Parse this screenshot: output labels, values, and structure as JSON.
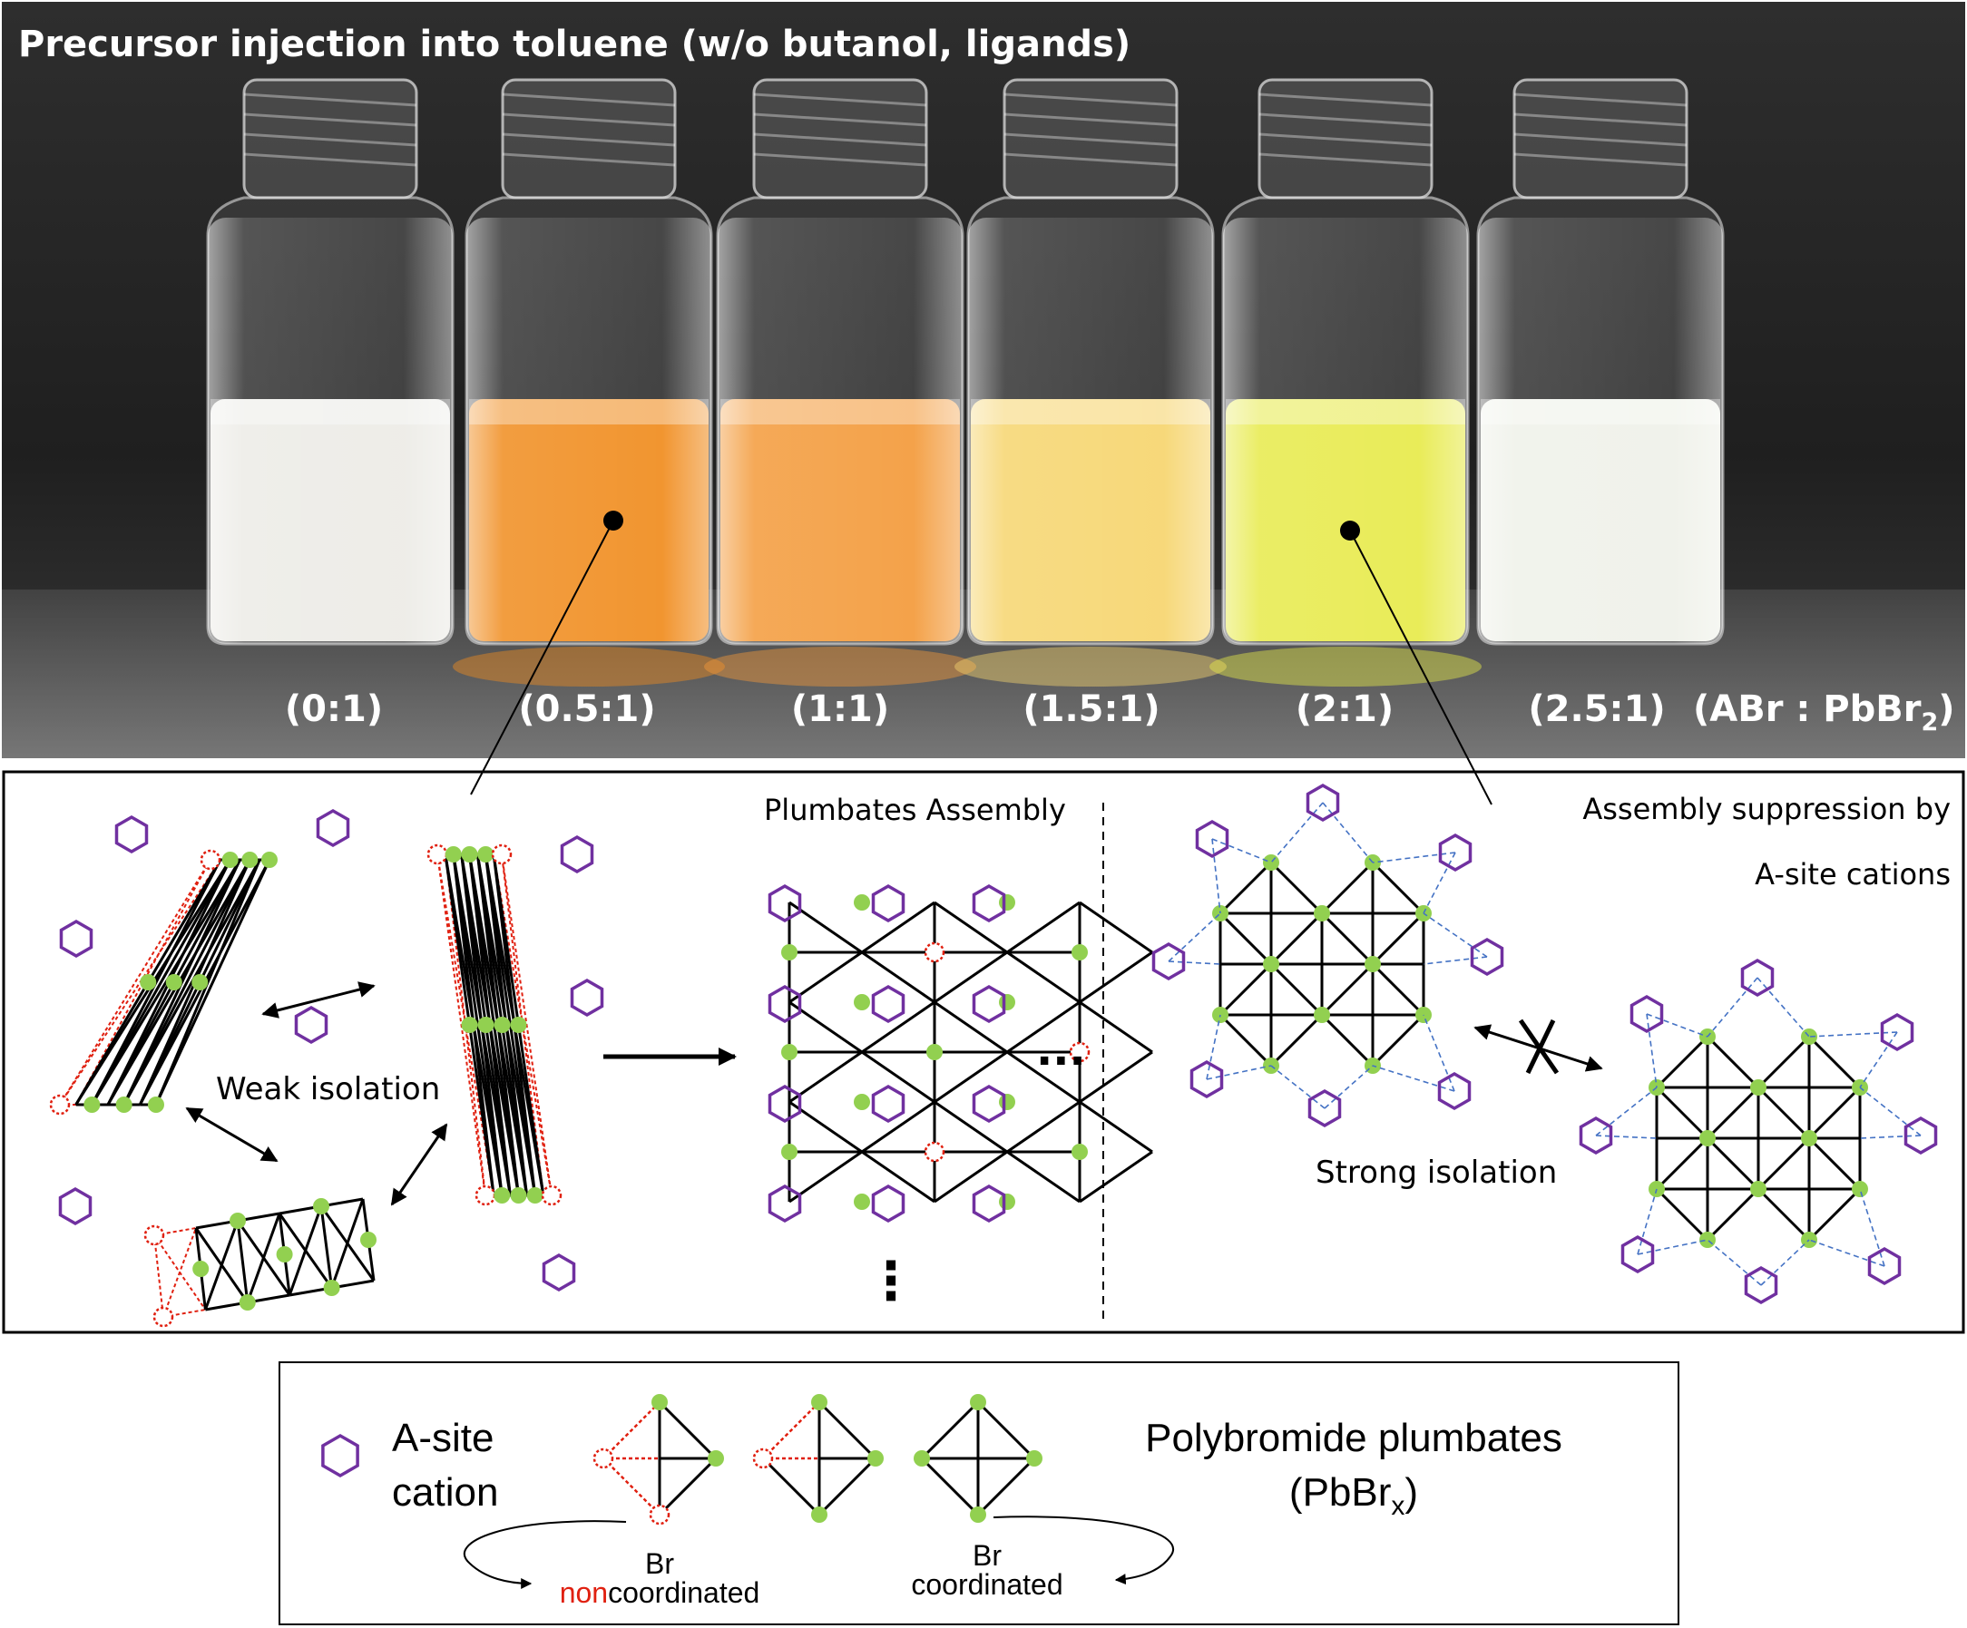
{
  "photo": {
    "title": "Precursor injection into toluene (w/o butanol, ligands)",
    "ratio_labels": [
      "(0:1)",
      "(0.5:1)",
      "(1:1)",
      "(1.5:1)",
      "(2:1)",
      "(2.5:1)"
    ],
    "axis_label_main": "(ABr : PbBr",
    "axis_label_sub": "2",
    "axis_label_end": ")",
    "vial_colors": [
      "#ecebe6",
      "#f08c1e",
      "#f39a3a",
      "#f6d56e",
      "#e7ea4a",
      "#eff1e9"
    ]
  },
  "diagram": {
    "weak_isolation": "Weak isolation",
    "plumbates_assembly": "Plumbates Assembly",
    "suppression_line1": "Assembly suppression by",
    "suppression_line2": "A-site cations",
    "strong_isolation": "Strong isolation",
    "ellipsis_h": "···",
    "ellipsis_v": "⋮"
  },
  "legend": {
    "a_site_line1": "A-site",
    "a_site_line2": "cation",
    "br_left": "Br",
    "non_prefix": "non",
    "non_suffix": "coordinated",
    "br_right": "Br",
    "coordinated": "coordinated",
    "polybromide_line1": "Polybromide plumbates",
    "polybromide_main": "(PbBr",
    "polybromide_sub": "x",
    "polybromide_end": ")"
  },
  "colors": {
    "cation": "#7030a0",
    "br_node": "#92d050",
    "noncoordinated": "#e02010",
    "isolation_dash": "#4472c4",
    "photo_bg": "#2a2a2a"
  }
}
